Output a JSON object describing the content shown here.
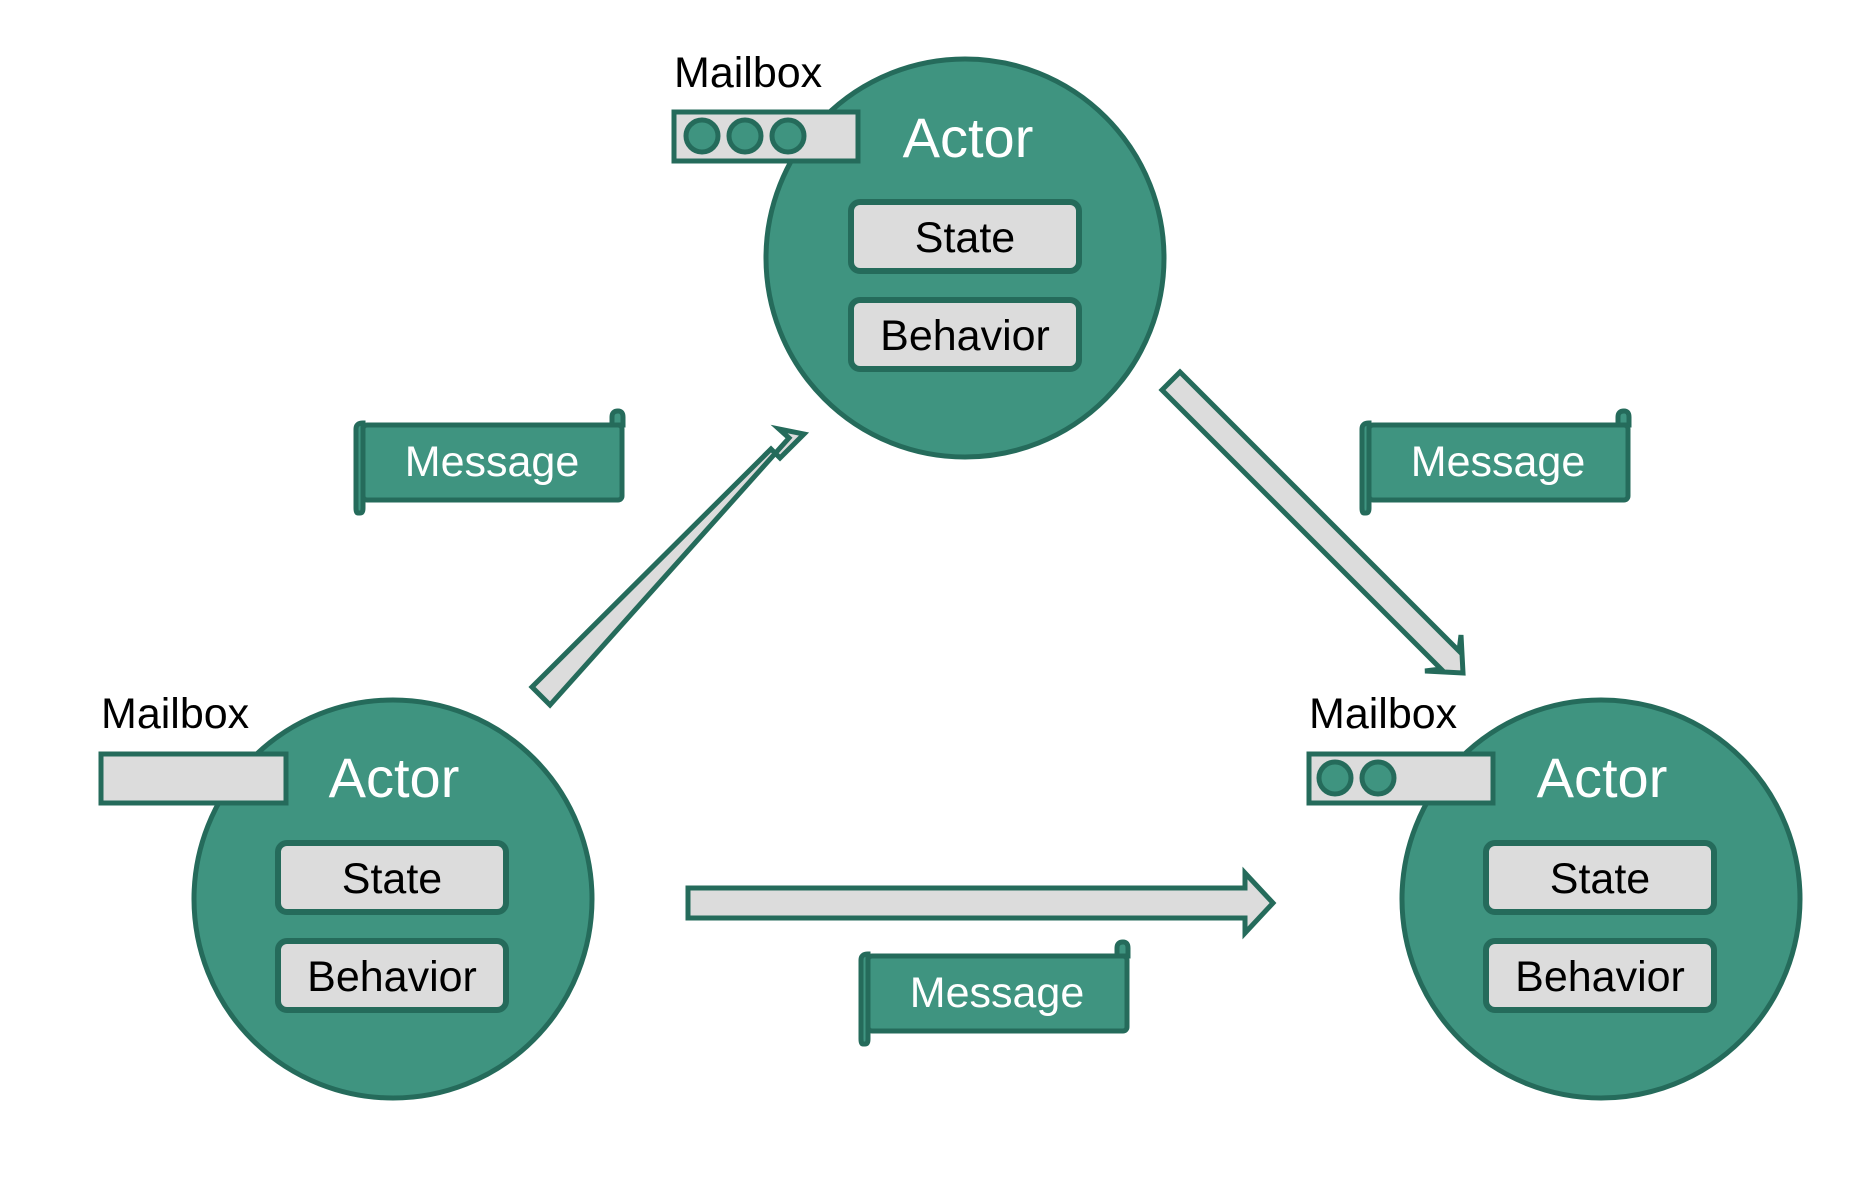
{
  "actors": [
    {
      "id": "top",
      "title": "Actor",
      "state_label": "State",
      "behavior_label": "Behavior",
      "mailbox_label": "Mailbox",
      "mailbox_messages": 3
    },
    {
      "id": "bottom-left",
      "title": "Actor",
      "state_label": "State",
      "behavior_label": "Behavior",
      "mailbox_label": "Mailbox",
      "mailbox_messages": 0
    },
    {
      "id": "bottom-right",
      "title": "Actor",
      "state_label": "State",
      "behavior_label": "Behavior",
      "mailbox_label": "Mailbox",
      "mailbox_messages": 2
    }
  ],
  "messages": [
    {
      "label": "Message",
      "from": "bottom-left",
      "to": "top"
    },
    {
      "label": "Message",
      "from": "top",
      "to": "bottom-right"
    },
    {
      "label": "Message",
      "from": "bottom-left",
      "to": "bottom-right"
    }
  ],
  "colors": {
    "actor_fill": "#3f9480",
    "actor_stroke": "#256b5b",
    "box_fill": "#dcdcdc",
    "text_dark": "#000000",
    "text_light": "#ffffff"
  }
}
